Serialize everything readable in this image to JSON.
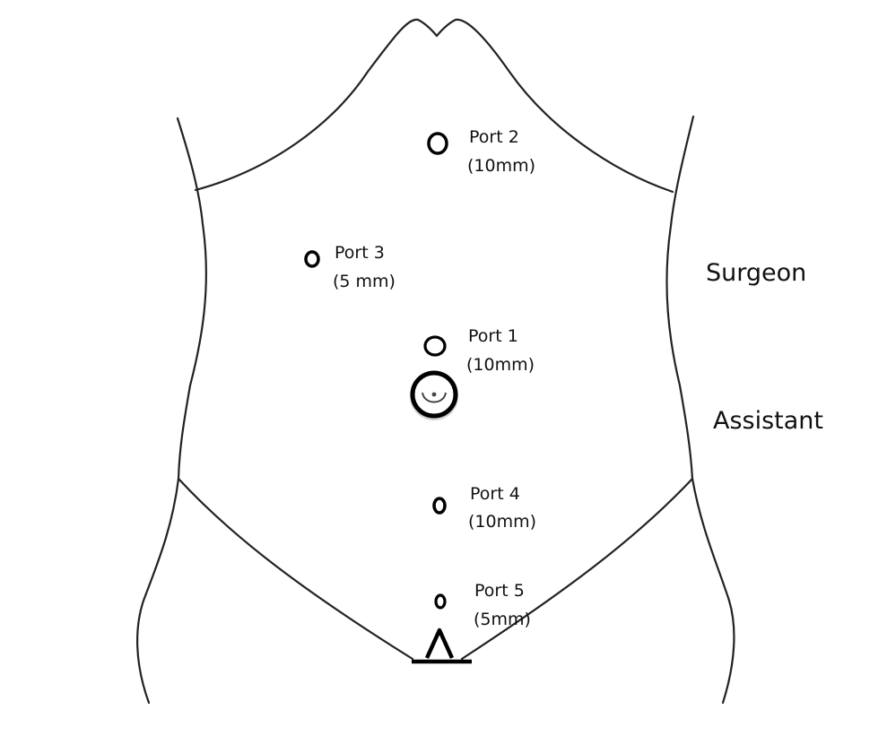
{
  "ports": [
    {
      "id": "port-2",
      "name": "Port 2",
      "size": "(10mm)"
    },
    {
      "id": "port-3",
      "name": "Port 3",
      "size": "(5 mm)"
    },
    {
      "id": "port-1",
      "name": "Port 1",
      "size": "(10mm)"
    },
    {
      "id": "port-4",
      "name": "Port 4",
      "size": "(10mm)"
    },
    {
      "id": "port-5",
      "name": "Port 5",
      "size": "(5mm)"
    }
  ],
  "roles": {
    "surgeon": "Surgeon",
    "assistant": "Assistant"
  }
}
